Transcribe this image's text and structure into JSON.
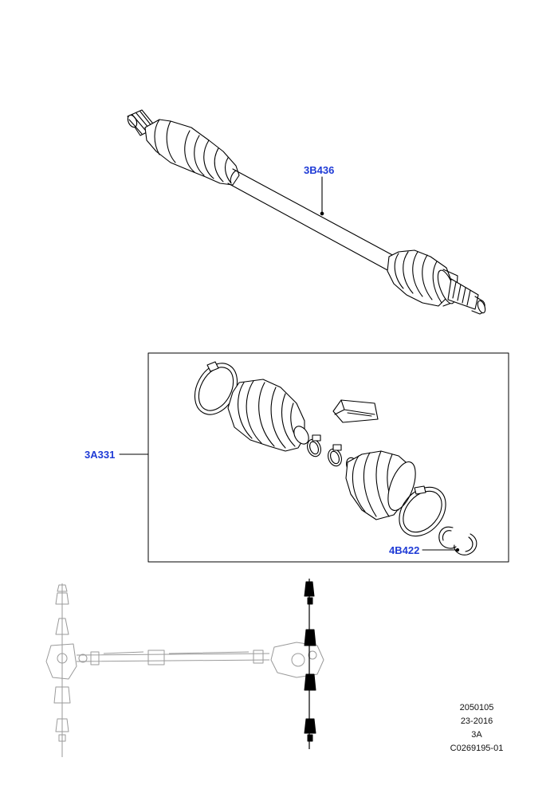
{
  "callouts": {
    "drive_shaft": "3B436",
    "boot_kit": "3A331",
    "circlip": "4B422"
  },
  "reference": {
    "line1": "2050105",
    "line2": "23-2016",
    "line3": "3A",
    "line4": "C0269195-01"
  },
  "colors": {
    "callout": "#1f3bd6",
    "line": "#000000",
    "locator_faded": "#9a9a9a",
    "locator_highlight": "#000000"
  }
}
